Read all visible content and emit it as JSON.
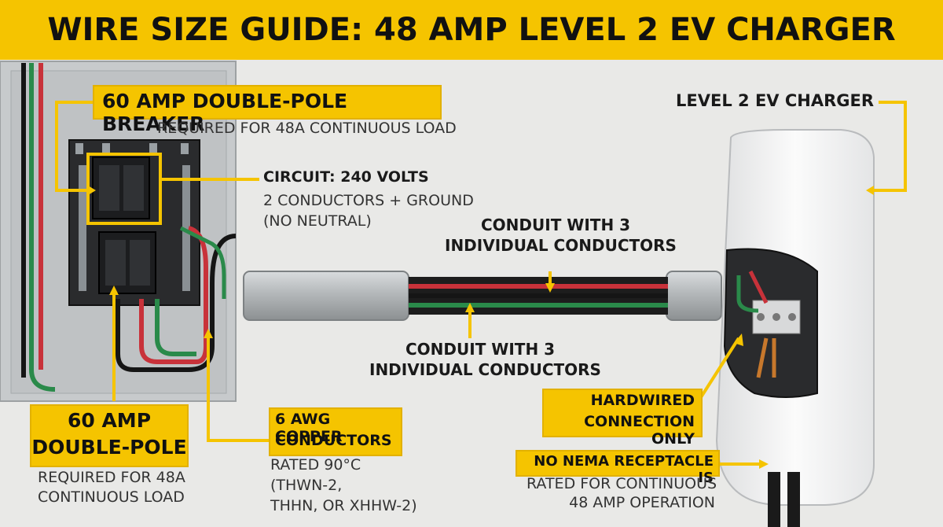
{
  "title": "WIRE SIZE GUIDE: 48 AMP LEVEL 2 EV CHARGER",
  "breaker_top": {
    "heading": "60 AMP DOUBLE-POLE BREAKER",
    "sub": "REQUIRED FOR 48A CONTINUOUS LOAD"
  },
  "circuit": {
    "line1": "CIRCUIT: 240 VOLTS",
    "line2": "2 CONDUCTORS + GROUND",
    "line3": "(NO NEUTRAL)"
  },
  "conduit_top": {
    "line1": "CONDUIT WITH 3",
    "line2": "INDIVIDUAL CONDUCTORS"
  },
  "conduit_bottom": {
    "line1": "CONDUIT WITH 3",
    "line2": "INDIVIDUAL CONDUCTORS"
  },
  "charger_label": "LEVEL 2 EV CHARGER",
  "breaker_bottom": {
    "line1": "60 AMP",
    "line2": "DOUBLE-POLE",
    "sub1": "REQUIRED FOR 48A",
    "sub2": "CONTINUOUS LOAD"
  },
  "wire": {
    "line1": "6 AWG COPPER",
    "line2": "CONDUCTORS",
    "sub1": "RATED 90°C",
    "sub2": "(THWN-2,",
    "sub3": "THHN, OR XHHW-2)"
  },
  "hardwired": {
    "line1": "HARDWIRED",
    "line2": "CONNECTION ONLY"
  },
  "nema": {
    "line1": "NO NEMA RECEPTACLE IS",
    "line2": "RATED FOR CONTINUOUS",
    "line3": "48 AMP OPERATION"
  },
  "colors": {
    "accent": "#f5c400",
    "hot": "#c8323a",
    "ground": "#2a8a4a",
    "neutral_black": "#151515",
    "panel": "#c9cccd",
    "conduit": "#b7bbbd"
  }
}
